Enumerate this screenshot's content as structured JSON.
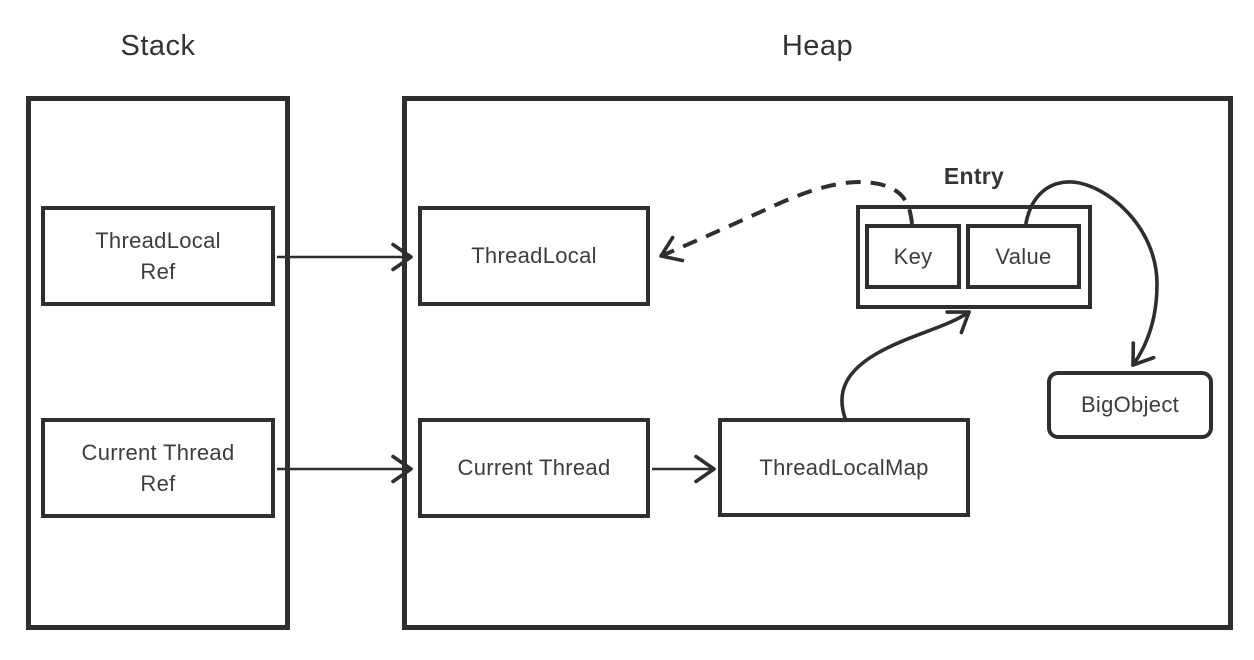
{
  "stack": {
    "title": "Stack",
    "boxes": [
      {
        "line1": "ThreadLocal",
        "line2": "Ref"
      },
      {
        "line1": "Current Thread",
        "line2": "Ref"
      }
    ]
  },
  "heap": {
    "title": "Heap",
    "threadlocal_label": "ThreadLocal",
    "current_thread_label": "Current Thread",
    "threadlocalmap_label": "ThreadLocalMap",
    "entry": {
      "title": "Entry",
      "key_label": "Key",
      "value_label": "Value"
    },
    "bigobject_label": "BigObject"
  },
  "edges": [
    {
      "from": "ThreadLocal Ref",
      "to": "ThreadLocal",
      "style": "solid-arrow"
    },
    {
      "from": "Current Thread Ref",
      "to": "Current Thread",
      "style": "solid-arrow"
    },
    {
      "from": "Current Thread",
      "to": "ThreadLocalMap",
      "style": "solid-arrow"
    },
    {
      "from": "ThreadLocalMap",
      "to": "Entry",
      "style": "solid-curved-arrow"
    },
    {
      "from": "Entry.Key",
      "to": "ThreadLocal",
      "style": "dashed-curved-arrow"
    },
    {
      "from": "Entry.Value",
      "to": "BigObject",
      "style": "solid-curved-arrow"
    }
  ],
  "colors": {
    "stroke": "#2e2e2e",
    "text": "#3d3d3d",
    "background": "#ffffff"
  }
}
